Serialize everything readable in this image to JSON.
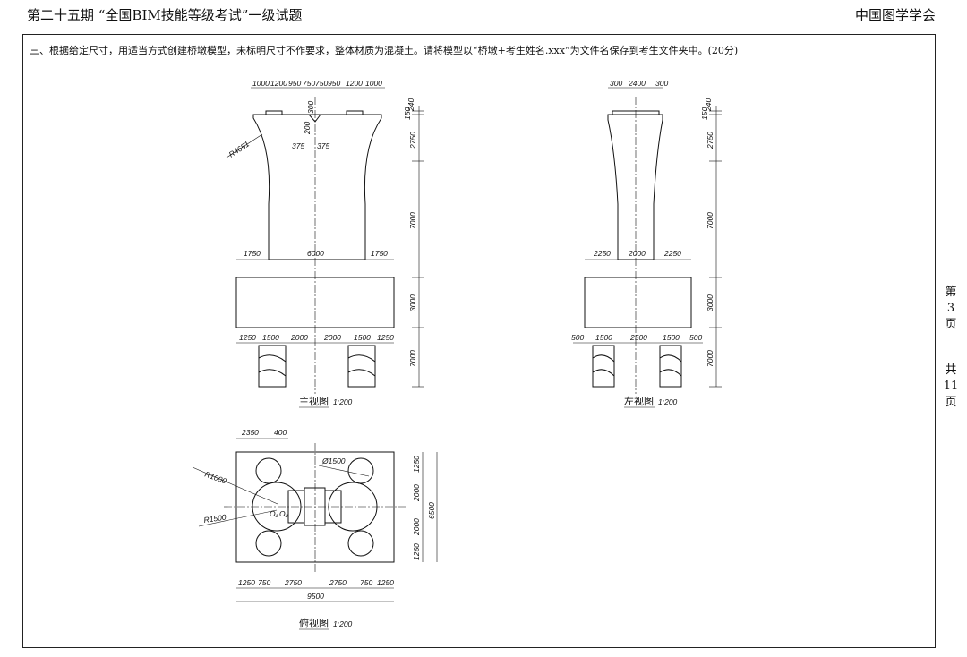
{
  "header": {
    "left": "第二十五期 “全国BIM技能等级考试”一级试题",
    "right": "中国图学学会"
  },
  "question": "三、根据给定尺寸，用适当方式创建桥墩模型，未标明尺寸不作要求，整体材质为混凝土。请将模型以“桥墩+考生姓名.xxx”为文件名保存到考生文件夹中。(20分)",
  "side_note": {
    "page": [
      "第",
      "3",
      "页"
    ],
    "total": [
      "共",
      "11",
      "页"
    ]
  },
  "front": {
    "top_dims": [
      "1000",
      "1200",
      "950",
      "750",
      "750",
      "950",
      "1200",
      "1000"
    ],
    "right_dims": [
      "150",
      "240",
      "2750",
      "7000",
      "3000",
      "7000"
    ],
    "radius": "R4651",
    "notch": [
      "300",
      "200",
      "375",
      "375"
    ],
    "mid_dims": [
      "1750",
      "6000",
      "1750"
    ],
    "pile_dims": [
      "1250",
      "1500",
      "2000",
      "2000",
      "1500",
      "1250"
    ],
    "title": "主视图",
    "scale": "1:200"
  },
  "left": {
    "top_dims": [
      "300",
      "2400",
      "300"
    ],
    "right_dims": [
      "150",
      "240",
      "2750",
      "7000",
      "3000",
      "7000"
    ],
    "mid_dims": [
      "2250",
      "2000",
      "2250"
    ],
    "pile_dims": [
      "500",
      "1500",
      "2500",
      "1500",
      "500"
    ],
    "title": "左视图",
    "scale": "1:200"
  },
  "plan": {
    "top_dims": [
      "2350",
      "400"
    ],
    "labels": [
      "R1000",
      "R1500",
      "Ø1500",
      "O₁",
      "O₂"
    ],
    "right_dims": [
      "1250",
      "2000",
      "2000",
      "1250",
      "6500"
    ],
    "bottom_dims": [
      "1250",
      "750",
      "2750",
      "2750",
      "750",
      "1250"
    ],
    "total": "9500",
    "title": "俯视图",
    "scale": "1:200"
  }
}
